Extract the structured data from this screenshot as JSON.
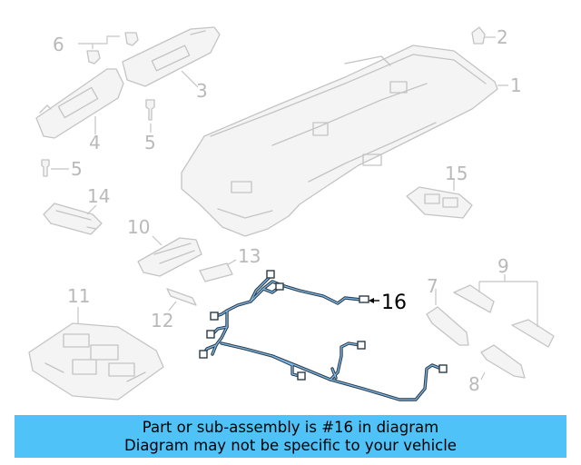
{
  "callouts": {
    "c1": "1",
    "c2": "2",
    "c3": "3",
    "c4": "4",
    "c5a": "5",
    "c5b": "5",
    "c6": "6",
    "c7": "7",
    "c8": "8",
    "c9": "9",
    "c10": "10",
    "c11": "11",
    "c12": "12",
    "c13": "13",
    "c14": "14",
    "c15": "15",
    "c16": "16"
  },
  "caption": {
    "line1": "Part or sub-assembly is #16 in diagram",
    "line2": "Diagram may not be specific to your vehicle"
  },
  "colors": {
    "highlight_part": "#2a3b4a",
    "caption_bg": "#4fc3f7",
    "ghost_parts": "#c4c4c4"
  }
}
